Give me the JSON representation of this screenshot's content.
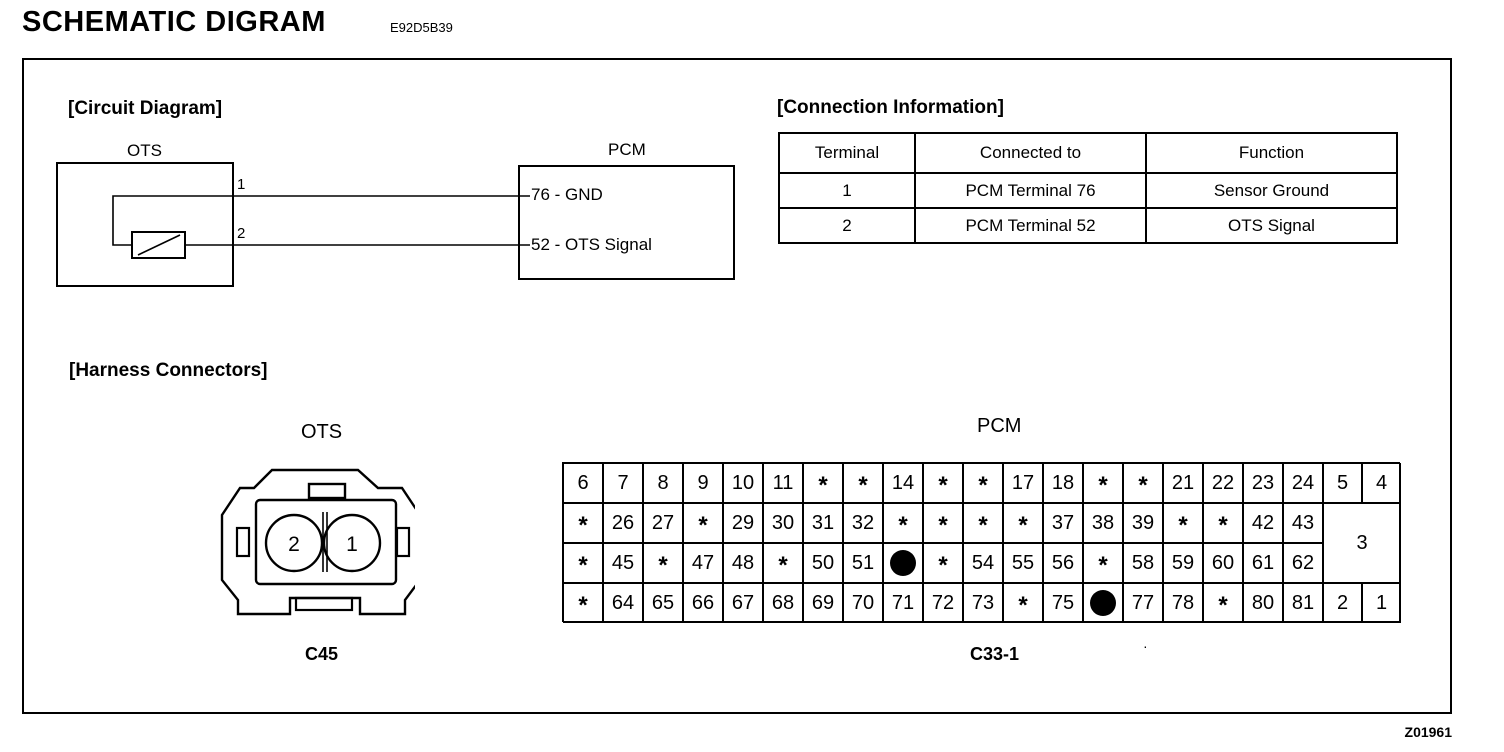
{
  "header": {
    "title": "SCHEMATIC  DIGRAM",
    "code": "E92D5B39"
  },
  "figure_id": "Z01961",
  "circuit": {
    "heading": "[Circuit Diagram]",
    "ots_label": "OTS",
    "pcm_label": "PCM",
    "pin1": "1",
    "pin2": "2",
    "pcm_line1": "76 - GND",
    "pcm_line2": "52 - OTS Signal"
  },
  "connection": {
    "heading": "[Connection Information]",
    "headers": [
      "Terminal",
      "Connected to",
      "Function"
    ],
    "rows": [
      [
        "1",
        "PCM Terminal 76",
        "Sensor Ground"
      ],
      [
        "2",
        "PCM Terminal 52",
        "OTS Signal"
      ]
    ]
  },
  "harness": {
    "heading": "[Harness Connectors]",
    "ots": {
      "label": "OTS",
      "pin_left": "2",
      "pin_right": "1",
      "code": "C45"
    },
    "pcm": {
      "label": "PCM",
      "code": "C33-1",
      "rows": [
        [
          "6",
          "7",
          "8",
          "9",
          "10",
          "11",
          "*",
          "*",
          "14",
          "*",
          "*",
          "17",
          "18",
          "*",
          "*",
          "21",
          "22",
          "23",
          "24",
          "5",
          "4"
        ],
        [
          "*",
          "26",
          "27",
          "*",
          "29",
          "30",
          "31",
          "32",
          "*",
          "*",
          "*",
          "*",
          "37",
          "38",
          "39",
          "*",
          "*",
          "42",
          "43"
        ],
        [
          "*",
          "45",
          "*",
          "47",
          "48",
          "*",
          "50",
          "51",
          "●",
          "*",
          "54",
          "55",
          "56",
          "*",
          "58",
          "59",
          "60",
          "61",
          "62"
        ],
        [
          "*",
          "64",
          "65",
          "66",
          "67",
          "68",
          "69",
          "70",
          "71",
          "72",
          "73",
          "*",
          "75",
          "●",
          "77",
          "78",
          "*",
          "80",
          "81",
          "2",
          "1"
        ]
      ],
      "big_pin": "3"
    }
  }
}
